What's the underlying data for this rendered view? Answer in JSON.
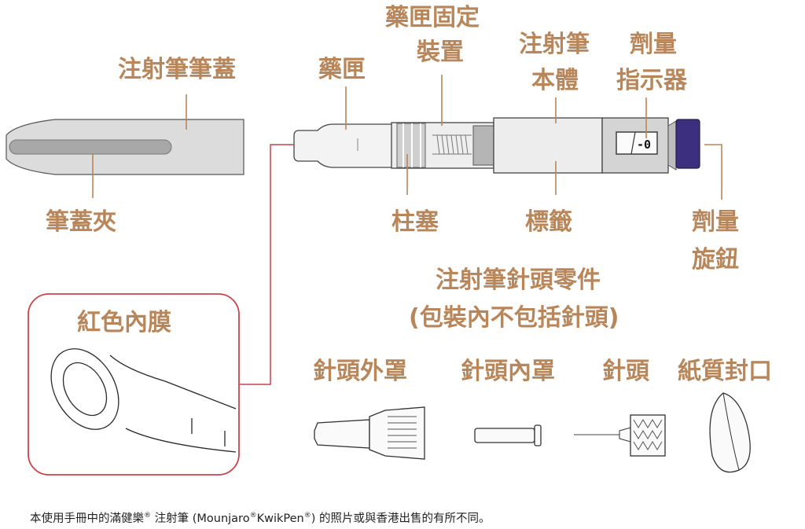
{
  "labels": {
    "cap": "注射筆筆蓋",
    "cap_clip": "筆蓋夾",
    "cartridge": "藥匣",
    "holder_1": "藥匣固定",
    "holder_2": "裝置",
    "body_1": "注射筆",
    "body_2": "本體",
    "dose_ind_1": "劑量",
    "dose_ind_2": "指示器",
    "plunger": "柱塞",
    "label": "標籤",
    "knob_1": "劑量",
    "knob_2": "旋鈕",
    "red_seal": "紅色內膜",
    "needle_title_1": "注射筆針頭零件",
    "needle_title_2": "(包裝內不包括針頭)",
    "outer_shield": "針頭外罩",
    "inner_shield": "針頭內罩",
    "needle": "針頭",
    "paper_tab": "紙質封口"
  },
  "dose_window": "-0",
  "footnote": {
    "part1": "本使用手冊中的滿健樂",
    "reg": "®",
    "part2": " 注射筆 (Mounjaro",
    "part3": "KwikPen",
    "part4": ") 的照片或與香港出售的有所不同。"
  },
  "colors": {
    "label_text": "#b9865a",
    "knob": "#3b2f7e",
    "red_outline": "#c9444a",
    "pen_body": "#e8e8e8",
    "cap": "#d9d9d9"
  }
}
